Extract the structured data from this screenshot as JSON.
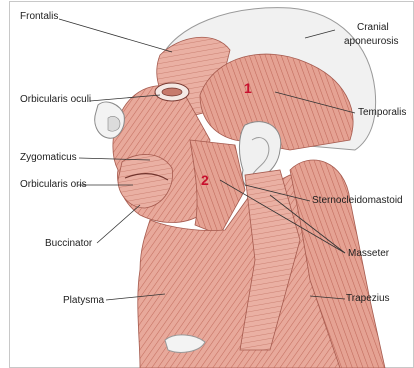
{
  "labels": {
    "frontalis": "Frontalis",
    "cranial": "Cranial",
    "aponeurosis": "aponeurosis",
    "orbicularis_oculi": "Orbicularis oculi",
    "temporalis": "Temporalis",
    "zygomaticus": "Zygomaticus",
    "orbicularis_oris": "Orbicularis oris",
    "sternocleidomastoid": "Sternocleidomastoid",
    "buccinator": "Buccinator",
    "masseter": "Masseter",
    "platysma": "Platysma",
    "trapezius": "Trapezius"
  },
  "markers": {
    "marker_1": "1",
    "marker_2": "2"
  },
  "colors": {
    "muscle": "#e7a699",
    "muscle_dark": "#c97a6d",
    "muscle_line": "#b5574a",
    "bone": "#f2f2f2",
    "marker": "#c8102e",
    "leader": "#333333"
  }
}
